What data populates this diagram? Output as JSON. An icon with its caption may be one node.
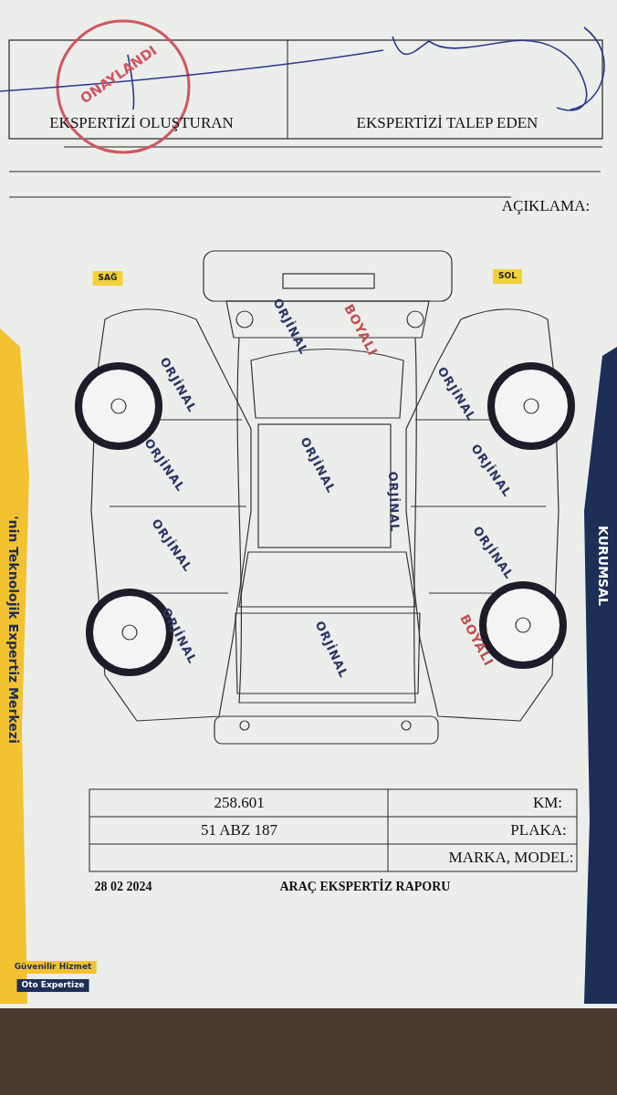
{
  "diagram": {
    "labels": [
      "EKSPERTİZİ OLUŞTURAN",
      "EKSPERTİZİ TALEP EDEN",
      "ONAYLANDI",
      "AÇIKLAMA:",
      "SAĞ",
      "SOL",
      "ORJİNAL",
      "BOYALI",
      "ORJİNAL",
      "ORJİNAL",
      "ORJİNAL",
      "ORJİNAL",
      "ORJİNAL",
      "ORJİNAL",
      "ORJİNAL",
      "ORJİNAL",
      "ORJİNAL",
      "ORJİNAL",
      "BOYALI",
      "258.601",
      "KM:",
      "51 ABZ 187",
      "PLAKA:",
      "MARKA, MODEL:",
      "28 02 2024",
      "ARAÇ EKSPERTİZ RAPORU",
      "Güvenilir Hizmet",
      "Oto Expertize",
      "'nin Teknolojik Expertiz Merkezi",
      "KURUMSAL"
    ]
  }
}
